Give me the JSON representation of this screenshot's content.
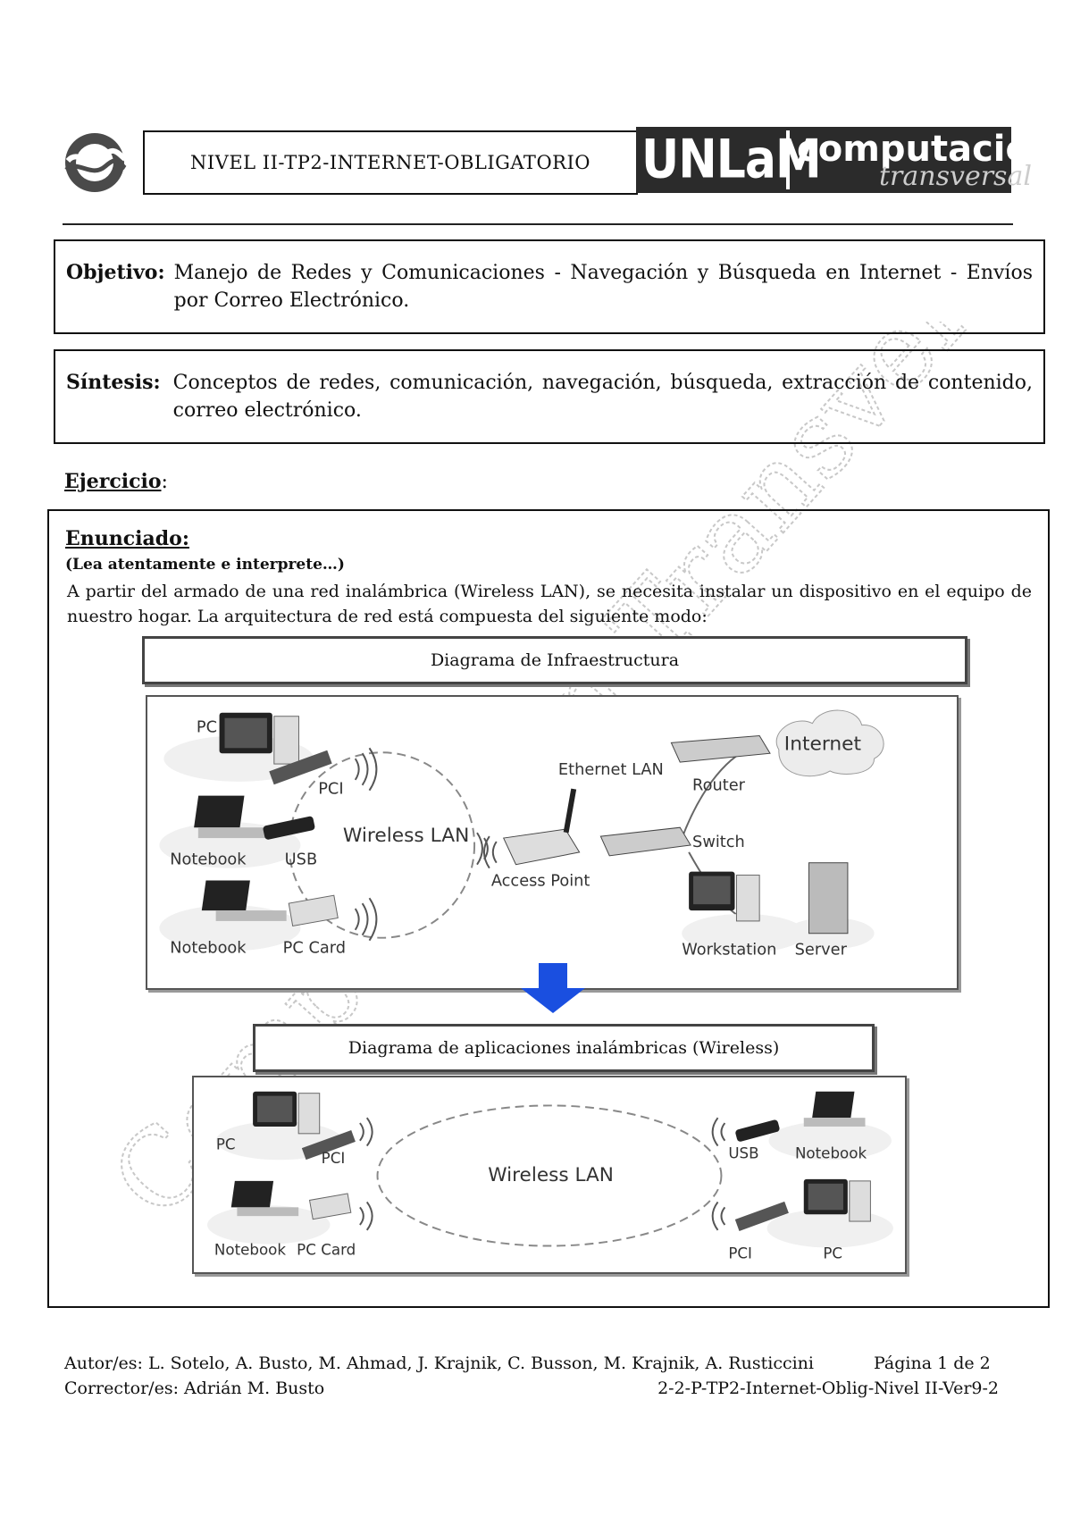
{
  "header": {
    "title": "NIVEL II-TP2-INTERNET-OBLIGATORIO",
    "brand_unlam": "UNLaM",
    "brand_comp": "computación",
    "brand_trans": "transversal"
  },
  "watermark": "Computación Transversal",
  "objetivo": {
    "label": "Objetivo:",
    "text": "Manejo de Redes y Comunicaciones - Navegación y Búsqueda en Internet - Envíos por Correo Electrónico."
  },
  "sintesis": {
    "label": "Síntesis:",
    "text": "Conceptos de redes, comunicación, navegación, búsqueda, extracción de contenido, correo electrónico."
  },
  "ejercicio": {
    "heading": "Ejercicio",
    "colon": ":",
    "enunciado": "Enunciado:",
    "lea": "(Lea atentamente e interprete…)",
    "paragraph": "A partir del armado de una red inalámbrica (Wireless LAN), se necesita instalar un dispositivo en el equipo de nuestro hogar. La arquitectura de red está compuesta del siguiente modo:"
  },
  "diagram1": {
    "caption": "Diagrama de Infraestructura",
    "labels": {
      "pc": "PC",
      "pci": "PCI",
      "notebook1": "Notebook",
      "usb": "USB",
      "notebook2": "Notebook",
      "pccard": "PC Card",
      "wlan": "Wireless LAN",
      "ap": "Access Point",
      "ethernet": "Ethernet LAN",
      "router": "Router",
      "internet": "Internet",
      "switch": "Switch",
      "workstation": "Workstation",
      "server": "Server"
    }
  },
  "diagram2": {
    "caption": "Diagrama de aplicaciones inalámbricas (Wireless)",
    "labels": {
      "pc": "PC",
      "pci": "PCI",
      "notebook": "Notebook",
      "pccard": "PC Card",
      "wlan": "Wireless LAN",
      "usb": "USB",
      "notebook_r": "Notebook",
      "pci_r": "PCI",
      "pc_r": "PC"
    }
  },
  "footer": {
    "authors": "Autor/es: L. Sotelo, A. Busto, M. Ahmad, J. Krajnik, C. Busson, M. Krajnik, A. Rusticcini",
    "page": "Página 1 de 2",
    "corrector": "Corrector/es: Adrián M. Busto",
    "code": "2-2-P-TP2-Internet-Oblig-Nivel II-Ver9-2"
  },
  "colors": {
    "arrow": "#1a4fe0",
    "logo_bg": "#2b2b2b"
  }
}
